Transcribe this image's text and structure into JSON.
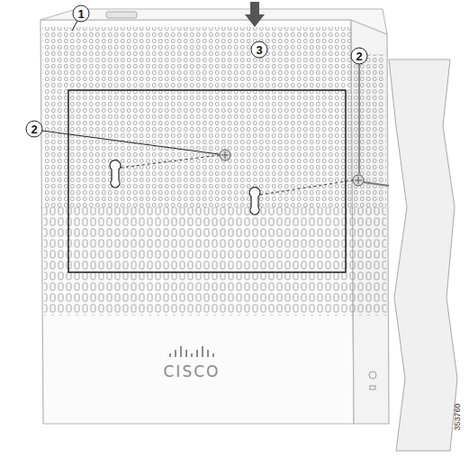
{
  "diagram": {
    "labels": [
      "1",
      "2",
      "2",
      "3",
      "CISCO",
      "353760"
    ]
  }
}
